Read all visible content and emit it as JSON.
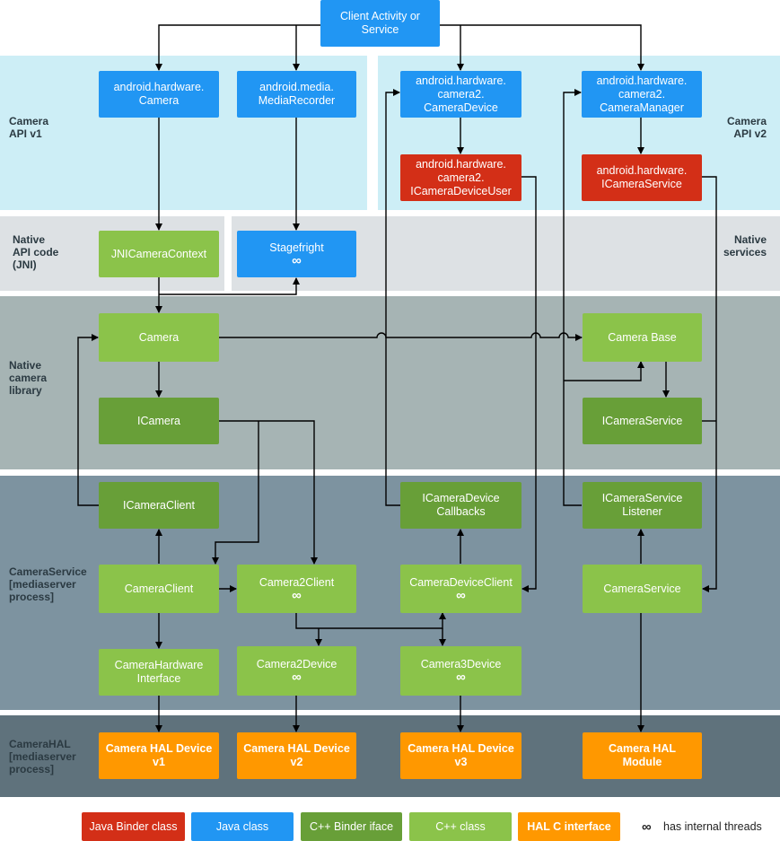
{
  "top": {
    "client": "Client Activity or\nService"
  },
  "bands": {
    "api_v1": "Camera\nAPI v1",
    "api_v2": "Camera\nAPI v2",
    "native_api": "Native\nAPI code\n(JNI)",
    "native_services": "Native\nservices",
    "native_lib": "Native\ncamera\nlibrary",
    "camera_service": "CameraService\n[mediaserver\nprocess]",
    "camera_hal": "CameraHAL\n[mediaserver\nprocess]"
  },
  "boxes": {
    "hw_camera": "android.hardware.\nCamera",
    "media_recorder": "android.media.\nMediaRecorder",
    "camera2_device": "android.hardware.\ncamera2.\nCameraDevice",
    "camera2_manager": "android.hardware.\ncamera2.\nCameraManager",
    "icamera_device_user": "android.hardware.\ncamera2.\nICameraDeviceUser",
    "icamera_service_java": "android.hardware.\nICameraService",
    "jni_context": "JNICameraContext",
    "stagefright": "Stagefright",
    "camera_native": "Camera",
    "camera_base": "Camera Base",
    "icamera": "ICamera",
    "icamera_service": "ICameraService",
    "icamera_client": "ICameraClient",
    "icamera_device_callbacks": "ICameraDevice\nCallbacks",
    "icamera_service_listener": "ICameraService\nListener",
    "camera_client": "CameraClient",
    "camera2_client": "Camera2Client",
    "camera_device_client": "CameraDeviceClient",
    "camera_service": "CameraService",
    "camera_hw_interface": "CameraHardware\nInterface",
    "camera2_device_cpp": "Camera2Device",
    "camera3_device": "Camera3Device",
    "hal_v1": "Camera HAL Device\nv1",
    "hal_v2": "Camera HAL Device\nv2",
    "hal_v3": "Camera HAL Device\nv3",
    "hal_module": "Camera HAL\nModule"
  },
  "infinity": "∞",
  "legend": {
    "java_binder": "Java Binder class",
    "java_class": "Java class",
    "cpp_binder": "C++ Binder iface",
    "cpp_class": "C++ class",
    "hal_c": "HAL C interface",
    "threads_symbol": "∞",
    "threads": "has internal threads"
  },
  "colors": {
    "java": "#2196f3",
    "java_binder": "#d32f17",
    "cpp_binder": "#689f38",
    "cpp": "#8bc34a",
    "hal": "#ff9800",
    "band_api": "#cdeef6",
    "band_native_api": "#dde1e4",
    "band_native_lib": "#a6b4b4",
    "band_service": "#7d93a0",
    "band_hal": "#5f727c"
  }
}
